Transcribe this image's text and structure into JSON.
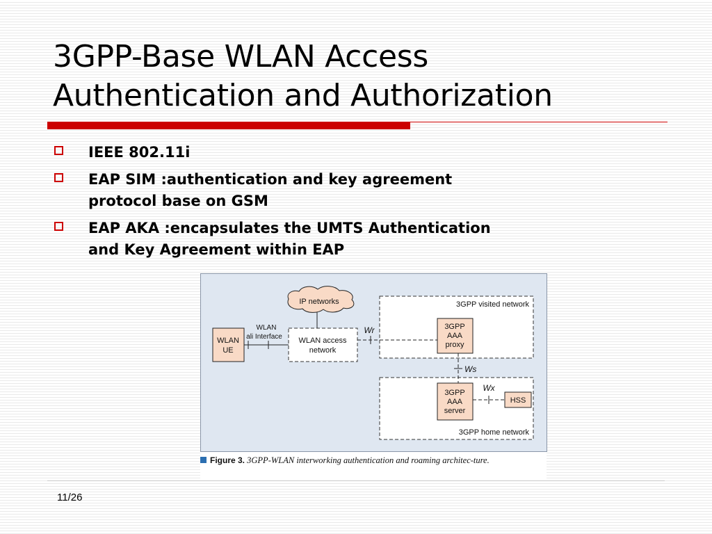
{
  "slide": {
    "title_line1": "3GPP-Base WLAN Access",
    "title_line2": "Authentication and Authorization",
    "bullets": [
      {
        "line1": "IEEE 802.11i"
      },
      {
        "line1": "EAP SIM :authentication and key agreement",
        "line2": "protocol base on GSM"
      },
      {
        "line1": "EAP AKA :encapsulates the UMTS Authentication",
        "line2": "and  Key Agreement within EAP"
      }
    ],
    "page_number": "11/26"
  },
  "figure": {
    "labels": {
      "ip_networks": "IP networks",
      "visited_network": "3GPP visited network",
      "home_network": "3GPP home network",
      "wlan_ue_1": "WLAN",
      "wlan_ue_2": "UE",
      "wlan_interface_1": "WLAN",
      "wlan_interface_2": "ali Interface",
      "access_network_1": "WLAN access",
      "access_network_2": "network",
      "aaa_proxy_1": "3GPP",
      "aaa_proxy_2": "AAA",
      "aaa_proxy_3": "proxy",
      "aaa_server_1": "3GPP",
      "aaa_server_2": "AAA",
      "aaa_server_3": "server",
      "hss": "HSS",
      "wr": "Wr",
      "ws": "Ws",
      "wx": "Wx"
    },
    "caption_label": "Figure 3.",
    "caption_text": "3GPP-WLAN interworking authentication and roaming architec-ture.",
    "colors": {
      "panel_bg": "#dfe7f1",
      "node_fill": "#f9dac6",
      "accent_red": "#cc0000",
      "caption_marker": "#2c6fb1"
    }
  }
}
